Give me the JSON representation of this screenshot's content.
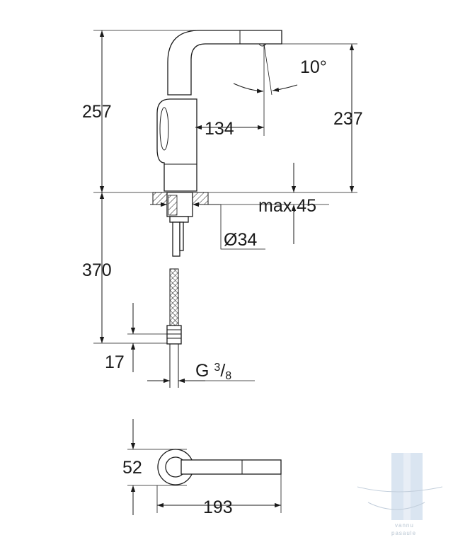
{
  "dimensions": {
    "height_total": "257",
    "height_spout": "237",
    "reach": "134",
    "angle": "10°",
    "max_thickness": "max.45",
    "hole_diameter": "Ø34",
    "hose_length": "370",
    "connector": "17",
    "thread_prefix": "G ",
    "thread_num": "3",
    "thread_den": "8",
    "width": "52",
    "length": "193"
  },
  "watermark": {
    "line1": "vannu",
    "line2": "pasaule"
  },
  "colors": {
    "line": "#1a1a1a",
    "watermark": "#b9c6d2"
  }
}
